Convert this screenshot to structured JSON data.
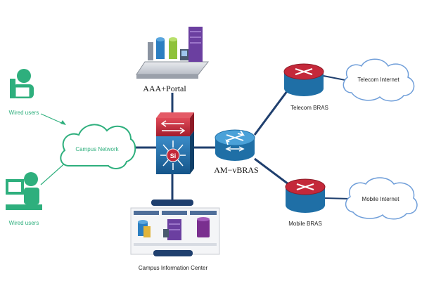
{
  "diagram": {
    "nodes": {
      "wired_users_top": {
        "label": "Wired users"
      },
      "wired_users_bottom": {
        "label": "Wired users"
      },
      "campus_network": {
        "label": "Campus Network"
      },
      "aaa_portal": {
        "label": "AAA+Portal"
      },
      "core_switch": {
        "label": ""
      },
      "am_vbras": {
        "label": "AM−vBRAS"
      },
      "telecom_bras": {
        "label": "Telecom BRAS"
      },
      "mobile_bras": {
        "label": "Mobile BRAS"
      },
      "telecom_internet": {
        "label": "Telecom Internet"
      },
      "mobile_internet": {
        "label": "Mobile Internet"
      },
      "campus_info_center": {
        "label": "Campus Information Center"
      }
    },
    "colors": {
      "green": "#2eaf7d",
      "navy": "#1f3f6e",
      "router_red": "#c4283a",
      "router_blue": "#1f6fa6",
      "cloud_outline": "#6f9ed9"
    },
    "icons": [
      "user-at-computer-icon",
      "cloud-icon",
      "server-rack-icon",
      "router-icon",
      "layer3-switch-icon",
      "database-icon"
    ]
  }
}
